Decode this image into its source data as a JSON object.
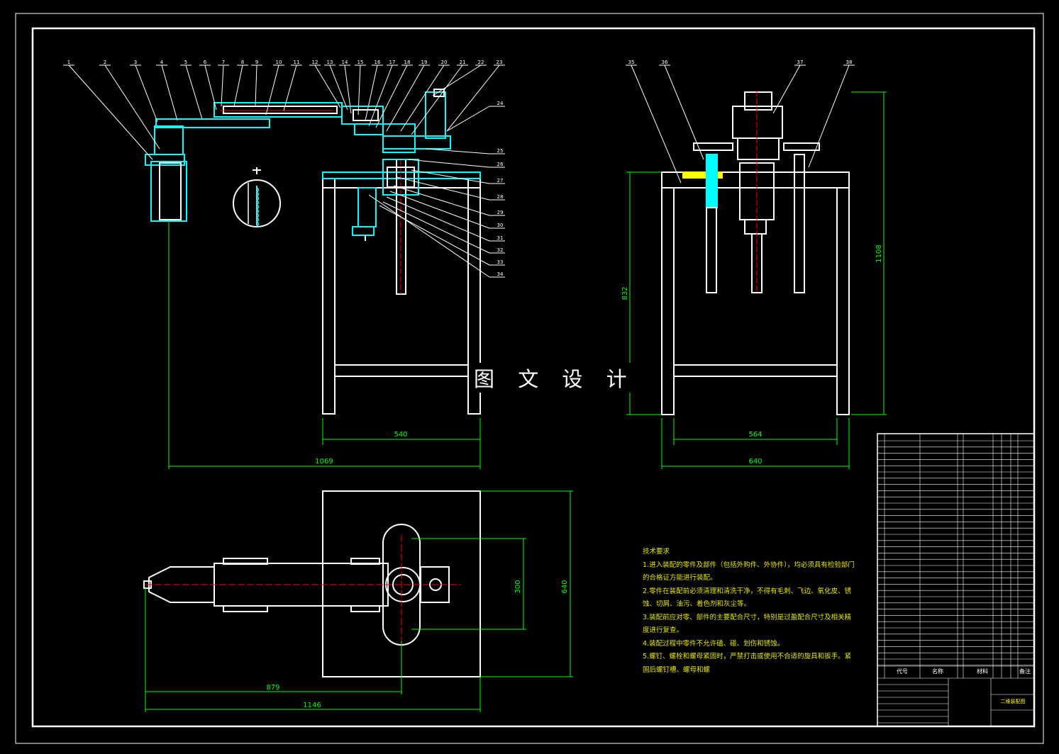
{
  "watermark": "图 文 设 计",
  "dimensions": {
    "front_540": "540",
    "front_1069": "1069",
    "side_564": "564",
    "side_640_bottom": "640",
    "side_832": "832",
    "side_1108": "1108",
    "top_300": "300",
    "top_640": "640",
    "top_879": "879",
    "top_1146": "1146"
  },
  "part_numbers_top": [
    "1",
    "2",
    "3",
    "4",
    "5",
    "6",
    "7",
    "8",
    "9",
    "10",
    "11",
    "12",
    "13",
    "14",
    "15",
    "16",
    "17",
    "18",
    "19",
    "20",
    "21",
    "22",
    "23"
  ],
  "part_numbers_right": [
    "24",
    "25",
    "26",
    "27",
    "28",
    "29",
    "30",
    "31",
    "32",
    "33",
    "34"
  ],
  "part_numbers_side": [
    "35",
    "36",
    "37",
    "38"
  ],
  "tech_notes": {
    "title": "技术要求",
    "items": [
      "1.进入装配的零件及部件（包括外购件、外协件），均必须具有检验部门的合格证方能进行装配。",
      "2.零件在装配前必须清理和清洗干净，不得有毛刺、飞边、氧化皮、锈蚀、切屑、油污、着色剂和灰尘等。",
      "3.装配前应对零、部件的主要配合尺寸，特别是过盈配合尺寸及相关精度进行复查。",
      "4.装配过程中零件不允许磕、碰、划伤和锈蚀。",
      "5.螺钉、螺栓和螺母紧固时，严禁打击或使用不合适的旋具和扳手。紧固后螺钉槽、螺母和螺"
    ]
  },
  "title_block": {
    "col_code": "代号",
    "col_name": "名称",
    "col_material": "材料",
    "col_remark": "备注",
    "drawing_name": "二维装配图"
  },
  "colors": {
    "background": "#000000",
    "outline": "#ffffff",
    "part": "#00ffff",
    "dimension": "#00ff00",
    "center": "#ff0000",
    "leader": "#ffffff",
    "notes": "#e6e600",
    "highlight": "#ffff00"
  }
}
